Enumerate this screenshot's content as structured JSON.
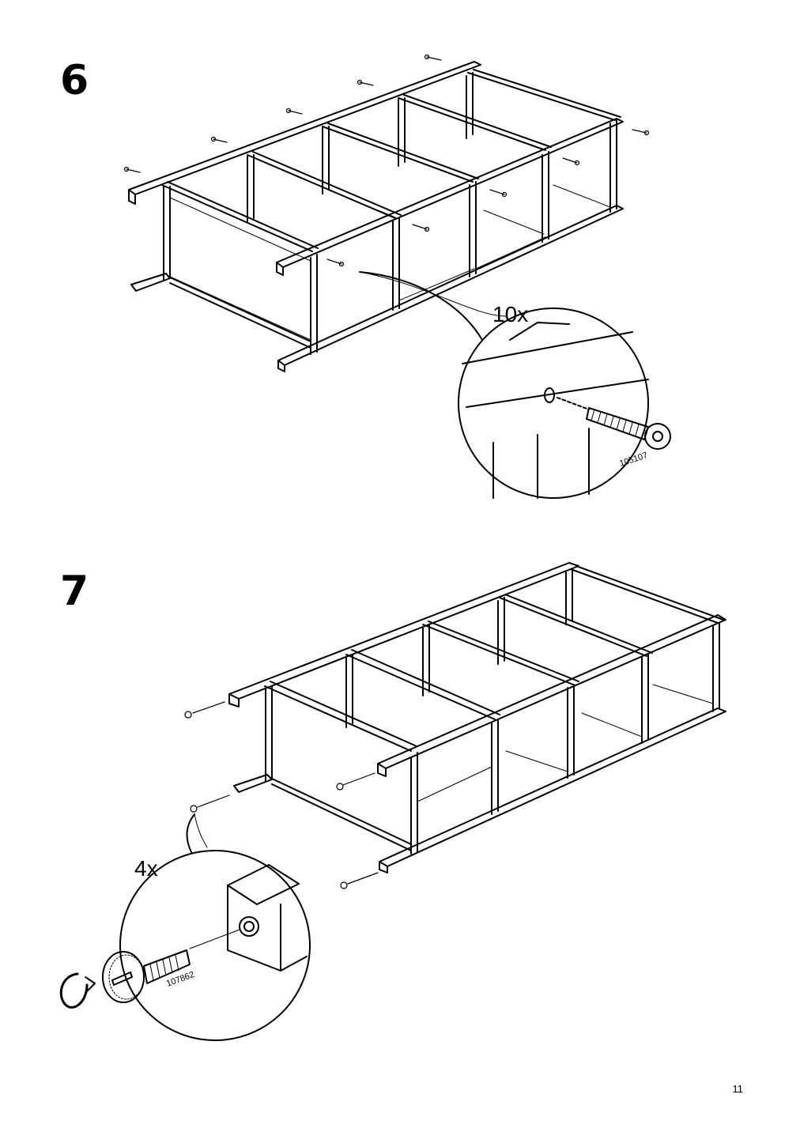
{
  "steps": [
    {
      "number": "6",
      "quantity": "10x",
      "part_number": "105107"
    },
    {
      "number": "7",
      "quantity": "4x",
      "part_number": "107862"
    }
  ],
  "page_number": "11",
  "icons": [
    "screw-icon",
    "adjustable-foot-icon",
    "rotate-arrow-icon"
  ]
}
